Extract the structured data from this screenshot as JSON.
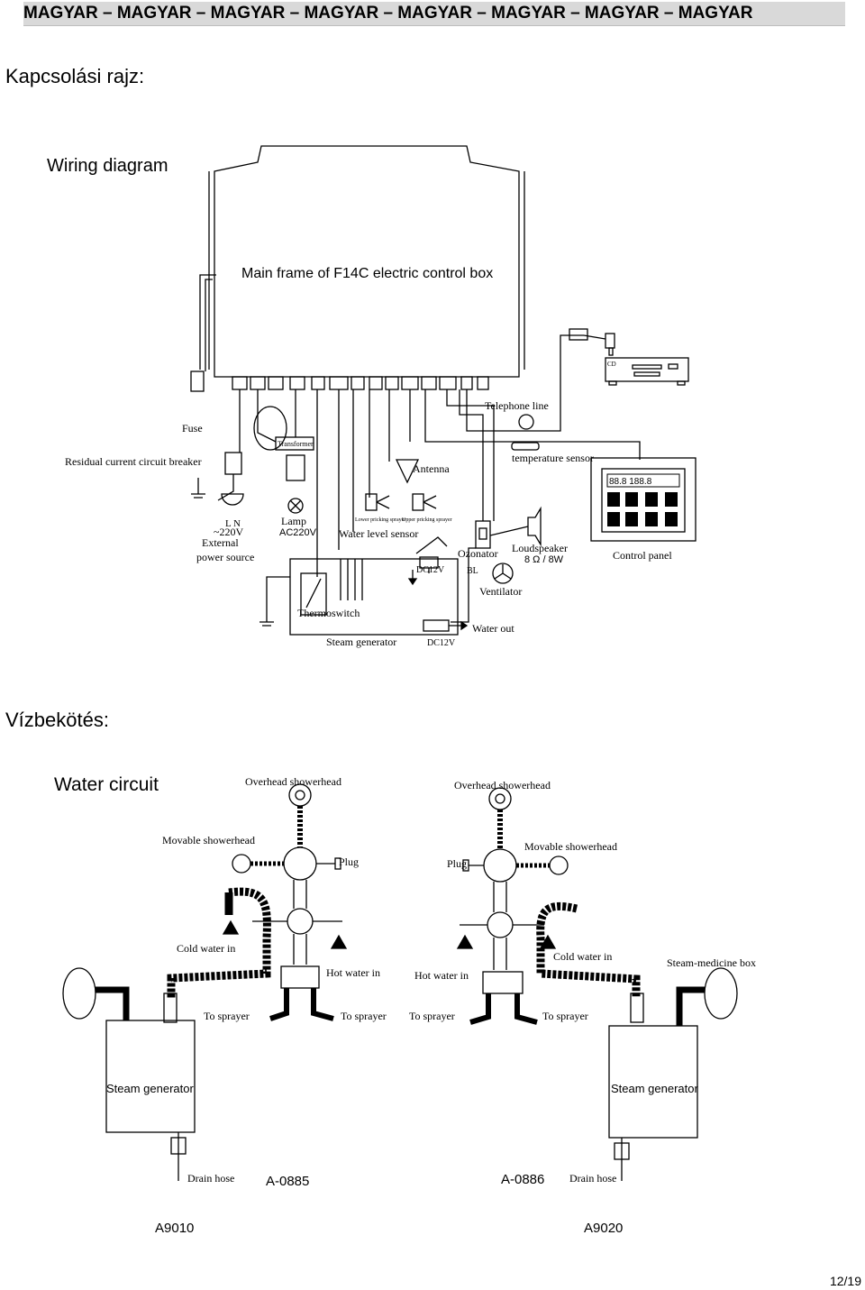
{
  "header": {
    "text": "MAGYAR – MAGYAR – MAGYAR – MAGYAR – MAGYAR – MAGYAR – MAGYAR – MAGYAR"
  },
  "sections": {
    "wiring": "Kapcsolási rajz:",
    "water": "Vízbekötés:"
  },
  "wiring": {
    "title": "Wiring diagram",
    "main_frame": "Main frame of F14C electric control box",
    "fuse": "Fuse",
    "rccb": "Residual current circuit breaker",
    "transformer": "Transformer",
    "lamp": "Lamp",
    "lamp_v": "AC220V",
    "ln": "L  N",
    "v220": "~220V",
    "external": "External",
    "power_source": "power source",
    "antenna": "Antenna",
    "lower_spray": "Lower pricking sprayer",
    "upper_spray": "Upper pricking sprayer",
    "water_level": "Water level sensor",
    "dc12v_a": "DC12V",
    "dc12v_b": "DC12V",
    "ozonator": "Ozonator",
    "bl": "BL",
    "ventilator": "Ventilator",
    "loudspeaker": "Loudspeaker",
    "speaker_spec": "8 Ω / 8W",
    "control_panel": "Control panel",
    "temp_sensor": "temperature sensor",
    "telephone": "Telephone line",
    "cd": "CD",
    "thermoswitch": "Thermoswitch",
    "steam_gen": "Steam generator",
    "water_out": "Water out",
    "panel_display": "88.8 188.8"
  },
  "water": {
    "title": "Water circuit",
    "overhead": "Overhead showerhead",
    "movable": "Movable showerhead",
    "plug": "Plug",
    "cold": "Cold water in",
    "hot": "Hot water in",
    "to_sprayer": "To sprayer",
    "steam_gen": "Steam generator",
    "drain": "Drain hose",
    "steam_med": "Steam-medicine box",
    "code_left": "A-0885",
    "code_right": "A-0886"
  },
  "models": {
    "left": "A9010",
    "right": "A9020"
  },
  "page": "12/19"
}
